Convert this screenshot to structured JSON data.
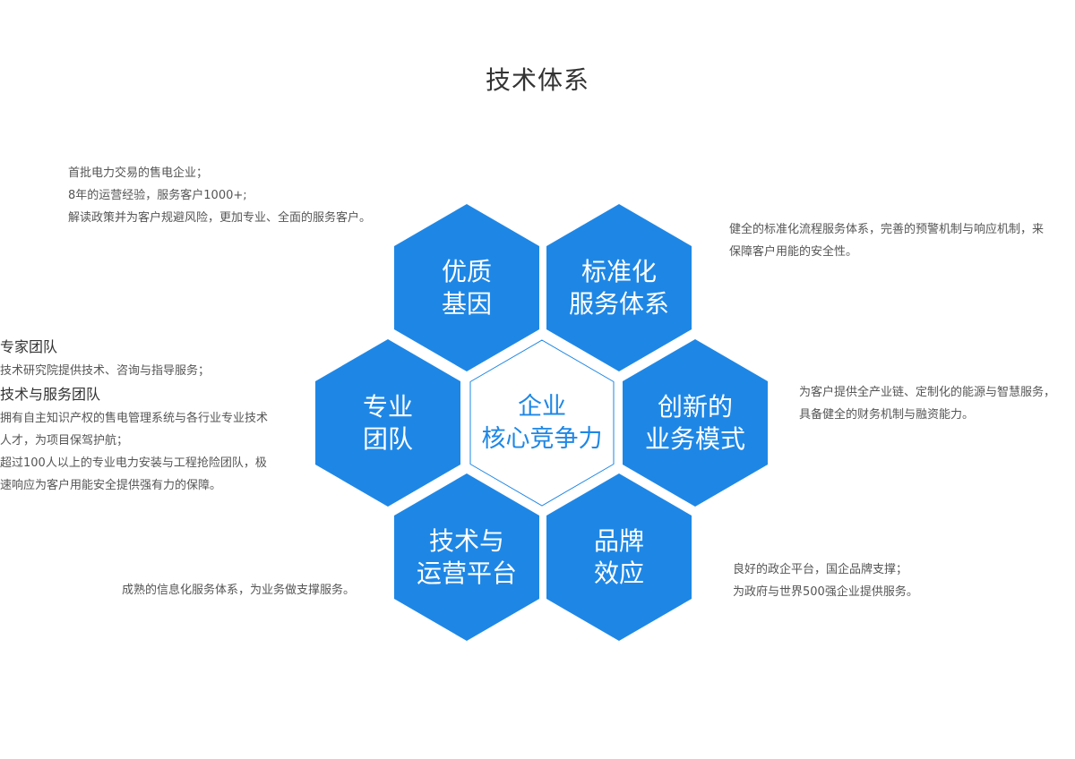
{
  "title": "技术体系",
  "colors": {
    "hex_fill": "#1e87e6",
    "center_stroke": "#1e87e6",
    "center_text": "#1e87e6"
  },
  "hexes": {
    "quality": {
      "line1": "优质",
      "line2": "基因"
    },
    "standard": {
      "line1": "标准化",
      "line2": "服务体系"
    },
    "team": {
      "line1": "专业",
      "line2": "团队"
    },
    "core": {
      "line1": "企业",
      "line2": "核心竞争力"
    },
    "innovation": {
      "line1": "创新的",
      "line2": "业务模式"
    },
    "tech": {
      "line1": "技术与",
      "line2": "运营平台"
    },
    "brand": {
      "line1": "品牌",
      "line2": "效应"
    }
  },
  "notes": {
    "quality": [
      "首批电力交易的售电企业；",
      "8年的运营经验，服务客户1000+;",
      "解读政策并为客户规避风险，更加专业、全面的服务客户。"
    ],
    "standard": [
      "健全的标准化流程服务体系，完善的预警机制与响应机制，来",
      "保障客户用能的安全性。"
    ],
    "team": {
      "heading1": "专家团队",
      "line1": "技术研究院提供技术、咨询与指导服务；",
      "heading2": "技术与服务团队",
      "line2": "拥有自主知识产权的售电管理系统与各行业专业技术",
      "line3": "人才，为项目保驾护航；",
      "line4": "超过100人以上的专业电力安装与工程抢险团队，极",
      "line5": "速响应为客户用能安全提供强有力的保障。"
    },
    "innovation": [
      "为客户提供全产业链、定制化的能源与智慧服务，",
      "具备健全的财务机制与融资能力。"
    ],
    "tech": [
      "成熟的信息化服务体系，为业务做支撑服务。"
    ],
    "brand": [
      "良好的政企平台，国企品牌支撑；",
      "为政府与世界500强企业提供服务。"
    ]
  }
}
